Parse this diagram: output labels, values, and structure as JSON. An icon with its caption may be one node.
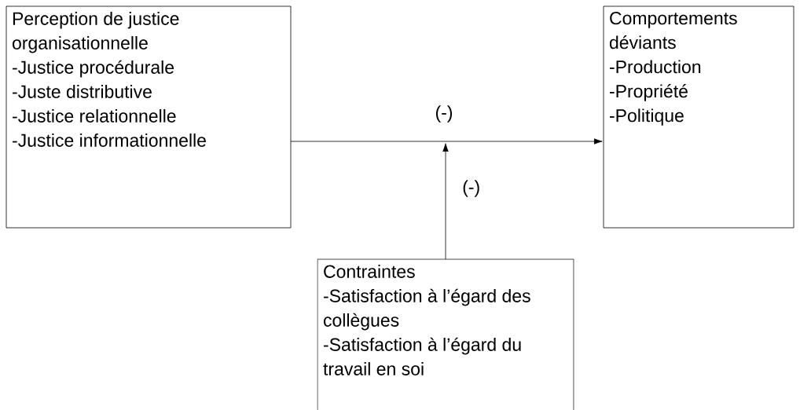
{
  "diagram": {
    "nodes": [
      {
        "text": [
          "Perception de justice organisationnelle",
          "-Justice procédurale",
          "-Juste distributive",
          "-Justice relationnelle",
          "-Justice informationnelle"
        ]
      },
      {
        "text": [
          "Comportements déviants",
          "-Production",
          "-Propriété",
          "-Politique"
        ]
      },
      {
        "text": [
          "Contraintes",
          "-Satisfaction à l’égard des collègues",
          "-Satisfaction à l’égard du travail en soi"
        ]
      }
    ],
    "edges": [
      {
        "from": 0,
        "to": 1,
        "arrow": "to",
        "label": "(-)"
      },
      {
        "from": 2,
        "to": null,
        "arrow": "to",
        "label": "(-)"
      }
    ]
  }
}
